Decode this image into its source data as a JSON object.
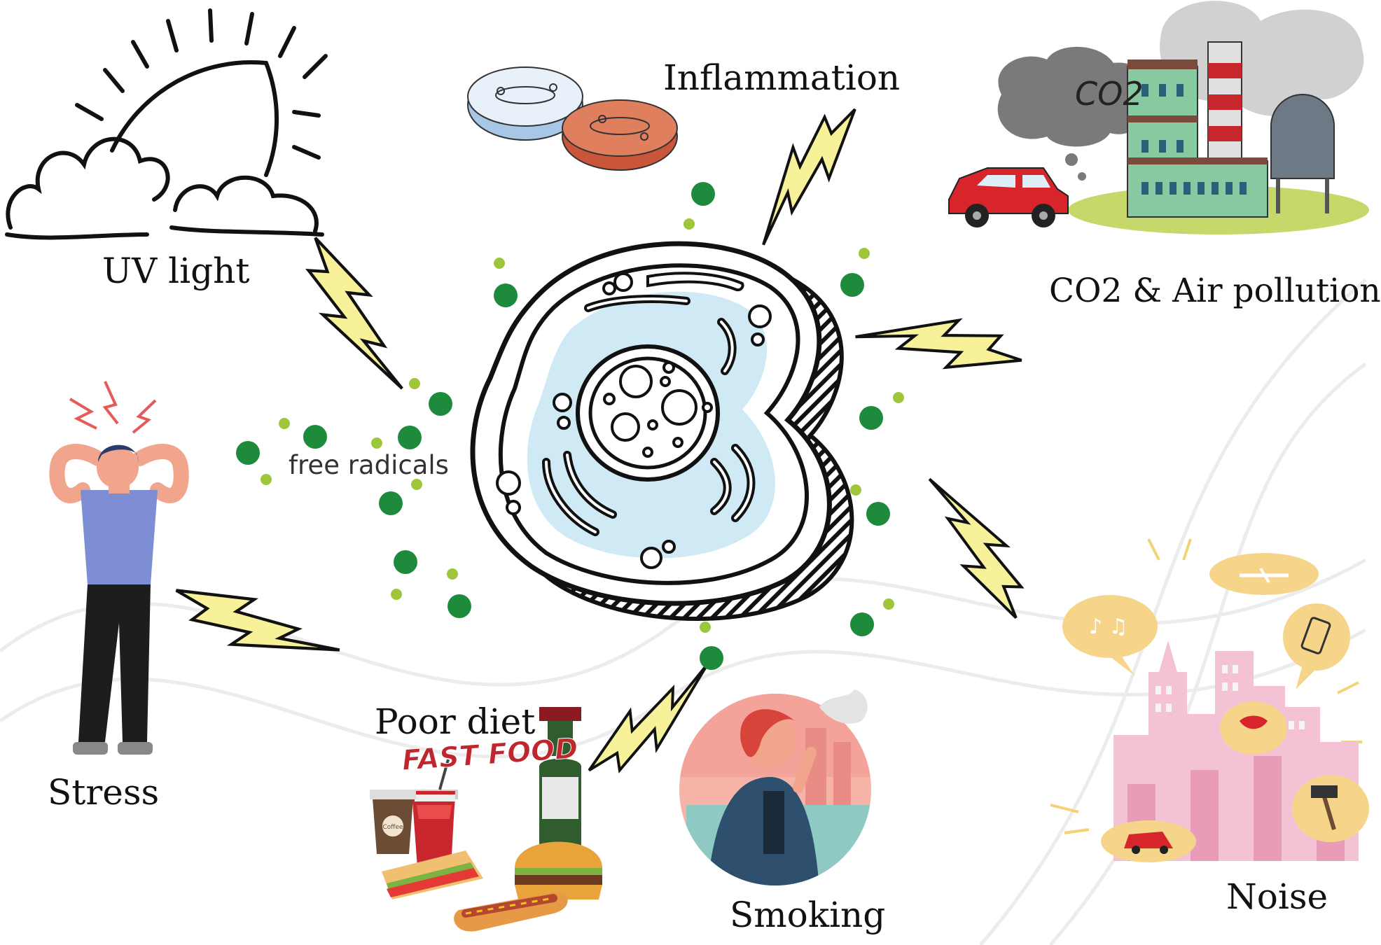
{
  "diagram": {
    "center": "cell-icon",
    "labels": {
      "uv": "UV light",
      "inflammation": "Inflammation",
      "pollution": "CO2 & Air pollution",
      "co2_badge": "CO2",
      "stress": "Stress",
      "diet": "Poor diet",
      "fast_food": "FAST FOOD",
      "coffee": "Coffee",
      "smoking": "Smoking",
      "noise": "Noise",
      "free_radicals": "free radicals"
    },
    "colors": {
      "bolt": "#f7f29a",
      "radical_dark": "#1e8a3c",
      "radical_light": "#9dc63b",
      "cell_fill": "#cfe9f5",
      "outline": "#111111"
    }
  }
}
